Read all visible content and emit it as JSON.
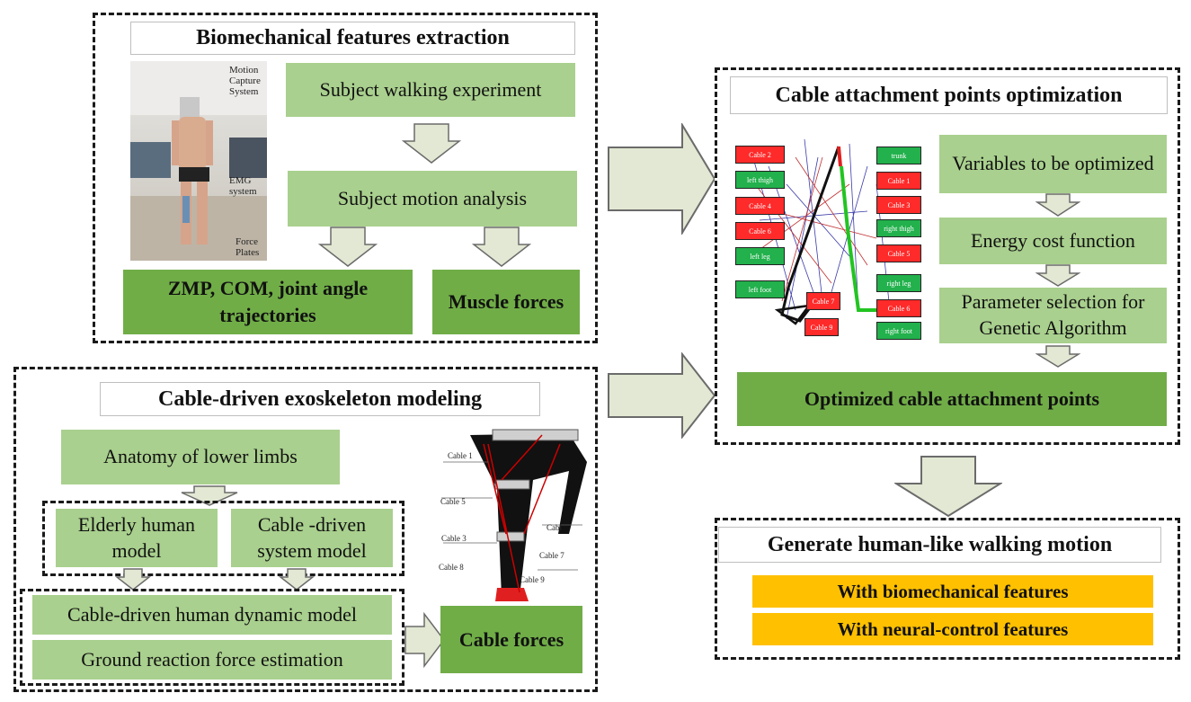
{
  "panels": {
    "bio": {
      "title": "Biomechanical features extraction",
      "walking": "Subject walking experiment",
      "motion": "Subject motion analysis",
      "zmp": "ZMP, COM, joint angle trajectories",
      "muscle": "Muscle forces",
      "photo_labels": {
        "motion_capture": "Motion Capture System",
        "emg": "EMG system",
        "force": "Force Plates"
      }
    },
    "cable_model": {
      "title": "Cable-driven exoskeleton modeling",
      "anatomy": "Anatomy of lower limbs",
      "elderly": "Elderly human model",
      "system": "Cable -driven system model",
      "dynamic": "Cable-driven human dynamic model",
      "ground": "Ground reaction force estimation",
      "forces": "Cable forces",
      "leg_labels": [
        "Cable 1",
        "Cable 5",
        "Cable 3",
        "Cable 8",
        "Cable 7",
        "Cable 9",
        "Cabl"
      ]
    },
    "optim": {
      "title": "Cable attachment points optimization",
      "variables": "Variables to be optimized",
      "energy": "Energy cost function",
      "param": "Parameter selection for Genetic Algorithm",
      "result": "Optimized cable attachment points",
      "left_tags": [
        "Cable 2",
        "left thigh",
        "Cable 4",
        "Cable 6",
        "left leg",
        "left foot"
      ],
      "right_tags": [
        "trunk",
        "Cable 1",
        "Cable 3",
        "right thigh",
        "Cable 5",
        "right leg",
        "Cable 6",
        "right foot"
      ],
      "center_tags": [
        "Cable 7",
        "Cable 9"
      ]
    },
    "generate": {
      "title": "Generate human-like walking motion",
      "bio": "With biomechanical features",
      "neural": "With neural-control features"
    }
  },
  "colors": {
    "light_green": "#a9d08e",
    "dark_green": "#70ad47",
    "orange": "#ffc000",
    "arrow_fill": "#e2e8d3"
  }
}
